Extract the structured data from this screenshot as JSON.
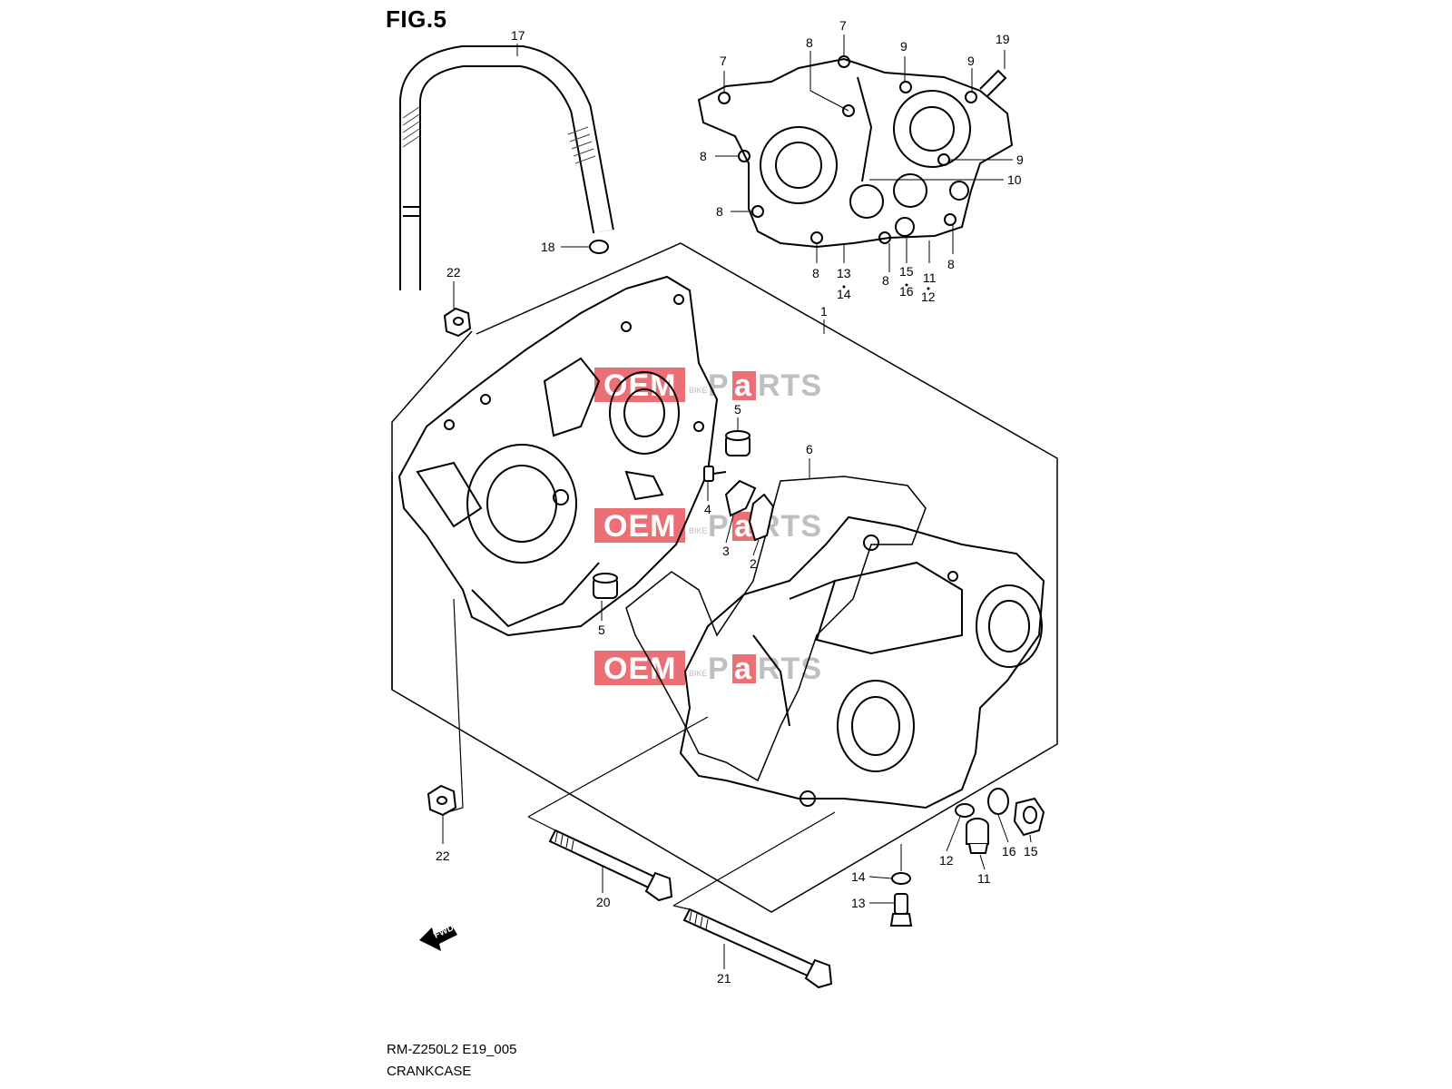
{
  "figure": {
    "title": "FIG.5",
    "model_code": "RM-Z250L2 E19_005",
    "caption": "CRANKCASE",
    "fwd_label": "FWD"
  },
  "watermark": {
    "text_left": "OEM",
    "text_mid": "BIKE",
    "text_right_a": "P",
    "text_right_b": "a",
    "text_right_c": "RTS",
    "color_red": "#e8585f",
    "color_gray": "#b5b5b5"
  },
  "callouts": [
    {
      "id": "c17a",
      "label": "17"
    },
    {
      "id": "c18",
      "label": "18"
    },
    {
      "id": "c22a",
      "label": "22"
    },
    {
      "id": "c22b",
      "label": "22"
    },
    {
      "id": "c1",
      "label": "1"
    },
    {
      "id": "c5a",
      "label": "5"
    },
    {
      "id": "c5b",
      "label": "5"
    },
    {
      "id": "c4",
      "label": "4"
    },
    {
      "id": "c3",
      "label": "3"
    },
    {
      "id": "c2",
      "label": "2"
    },
    {
      "id": "c6",
      "label": "6"
    },
    {
      "id": "c20",
      "label": "20"
    },
    {
      "id": "c21",
      "label": "21"
    },
    {
      "id": "c14a",
      "label": "14"
    },
    {
      "id": "c13a",
      "label": "13"
    },
    {
      "id": "c12a",
      "label": "12"
    },
    {
      "id": "c11a",
      "label": "11"
    },
    {
      "id": "c16a",
      "label": "16"
    },
    {
      "id": "c15a",
      "label": "15"
    },
    {
      "id": "c7a",
      "label": "7"
    },
    {
      "id": "c7b",
      "label": "7"
    },
    {
      "id": "c8a",
      "label": "8"
    },
    {
      "id": "c9a",
      "label": "9"
    },
    {
      "id": "c19",
      "label": "19"
    },
    {
      "id": "c9b",
      "label": "9"
    },
    {
      "id": "c8b",
      "label": "8"
    },
    {
      "id": "c9c",
      "label": "9"
    },
    {
      "id": "c10",
      "label": "10"
    },
    {
      "id": "c8c",
      "label": "8"
    },
    {
      "id": "c8d",
      "label": "8"
    },
    {
      "id": "c13b",
      "label": "13"
    },
    {
      "id": "c14b",
      "label": "14"
    },
    {
      "id": "c8e",
      "label": "8"
    },
    {
      "id": "c15b",
      "label": "15"
    },
    {
      "id": "c16b",
      "label": "16"
    },
    {
      "id": "c11b",
      "label": "11"
    },
    {
      "id": "c12b",
      "label": "12"
    },
    {
      "id": "c8f",
      "label": "8"
    }
  ]
}
